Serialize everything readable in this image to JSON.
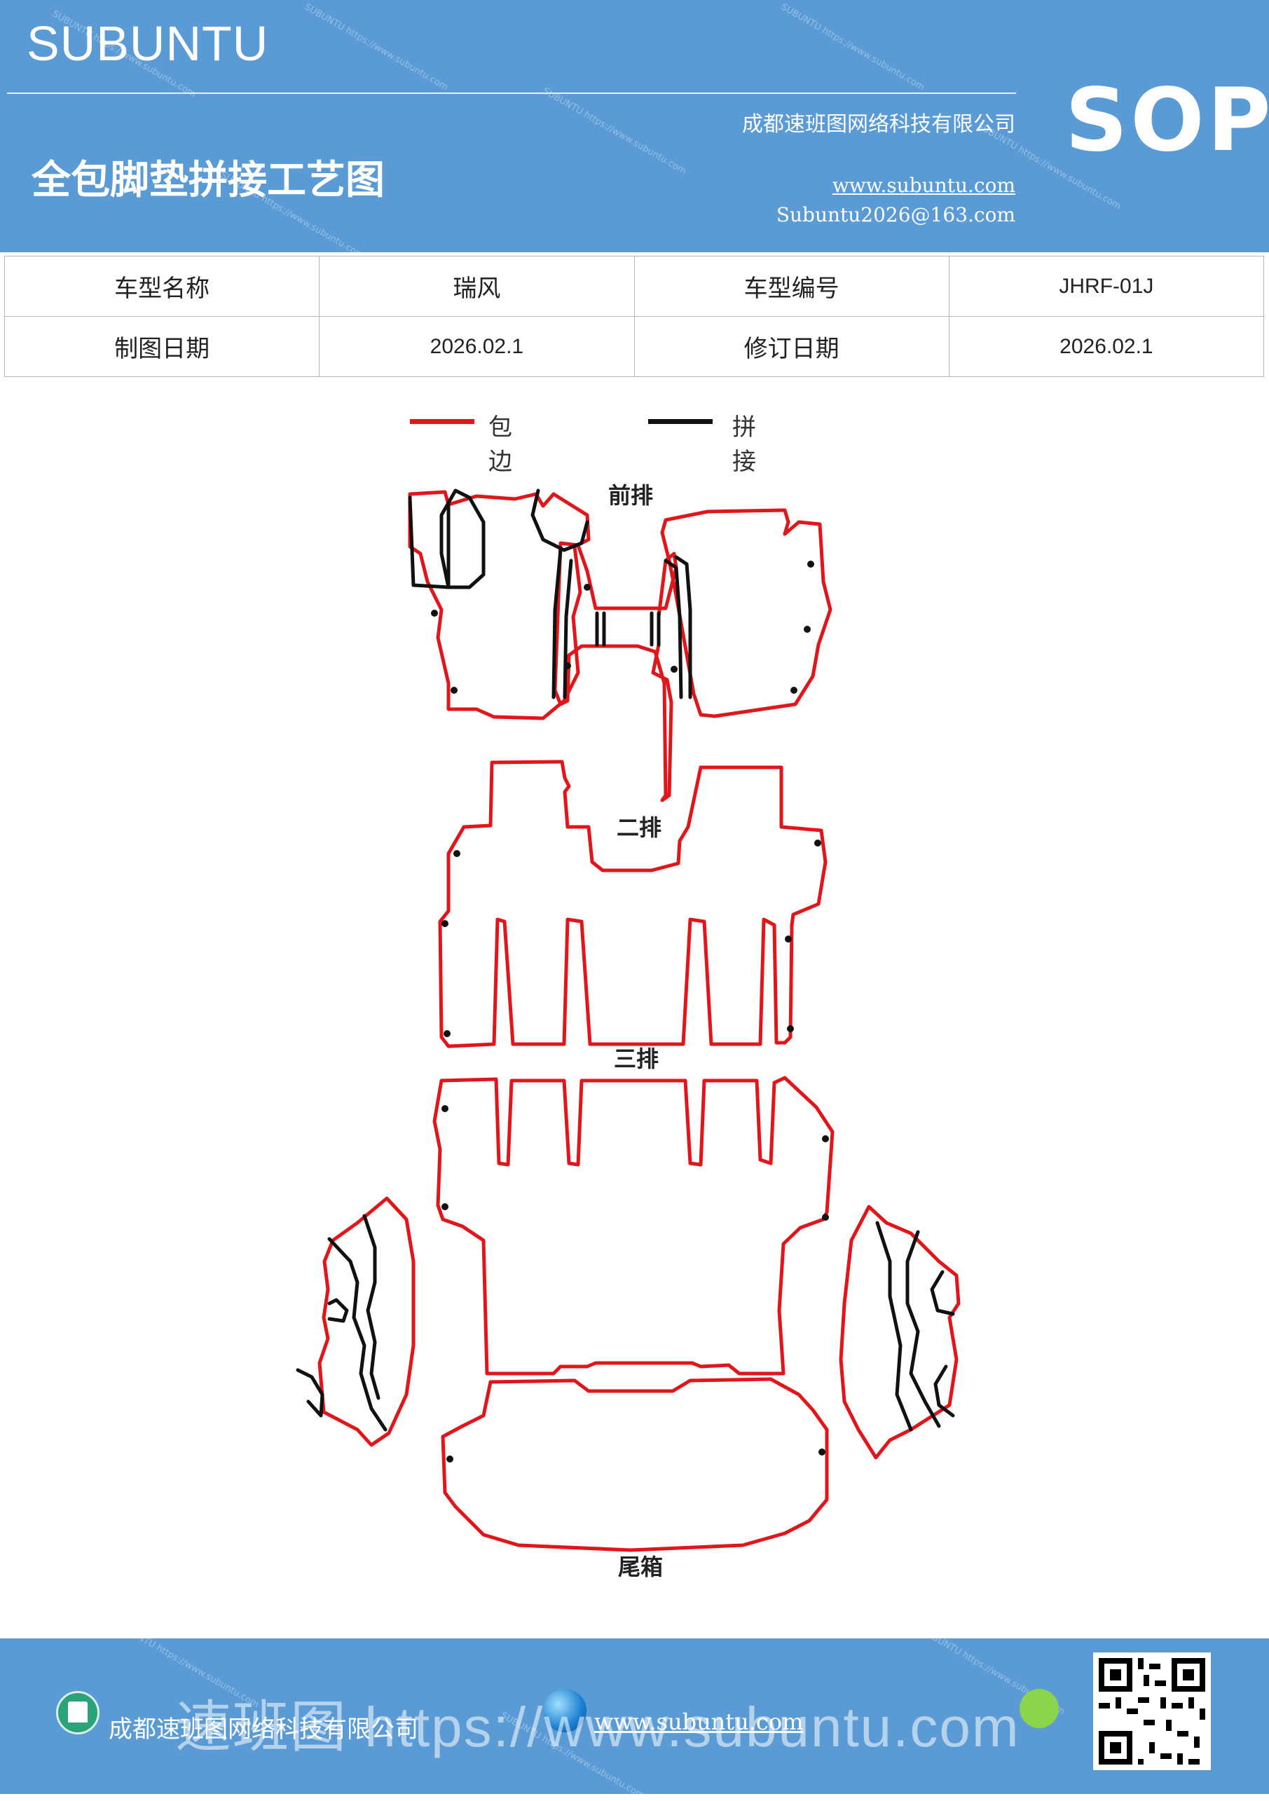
{
  "header": {
    "brand": "SUBUNTU",
    "company": "成都速班图网络科技有限公司",
    "title": "全包脚垫拼接工艺图",
    "website": "www.subuntu.com",
    "email": "Subuntu2026@163.com",
    "badge": "SOP"
  },
  "info_table": {
    "row1": {
      "label1": "车型名称",
      "value1": "瑞风",
      "label2": "车型编号",
      "value2": "JHRF-01J"
    },
    "row2": {
      "label1": "制图日期",
      "value1": "2026.02.1",
      "label2": "修订日期",
      "value2": "2026.02.1"
    }
  },
  "legend": [
    {
      "label": "包边",
      "color": "#e0161b"
    },
    {
      "label": "拼接",
      "color": "#111111"
    }
  ],
  "sections": {
    "front": "前排",
    "second": "二排",
    "third": "三排",
    "trunk": "尾箱"
  },
  "footer": {
    "company": "成都速班图网络科技有限公司",
    "overlay": "速班图 https://www.subuntu.com",
    "website": "www.subuntu.com"
  },
  "colors": {
    "header_bg": "#5b9bd5",
    "edge": "#e0161b",
    "seam": "#111111"
  }
}
